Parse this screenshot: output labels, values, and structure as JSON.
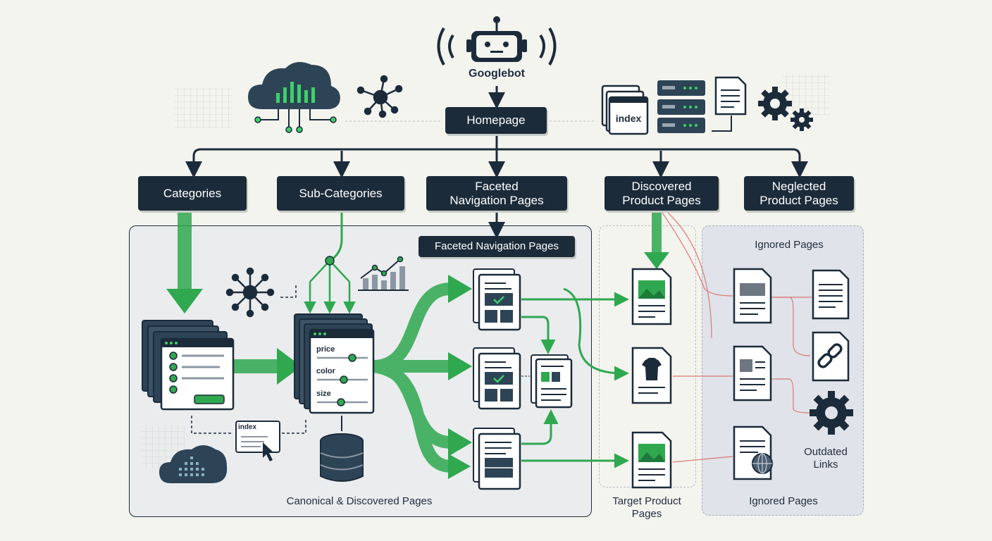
{
  "colors": {
    "navy": "#1c2b3a",
    "green": "#2fa84f",
    "red": "#d9534f",
    "panel": "#e9ecef",
    "panel_ignored": "#e1e4ec"
  },
  "nodes": {
    "googlebot": "Googlebot",
    "homepage": "Homepage",
    "categories": "Categories",
    "sub_categories": "Sub-Categories",
    "faceted_nav": [
      "Faceted",
      "Navigation Pages"
    ],
    "discovered_product": [
      "Discovered",
      "Product Pages"
    ],
    "neglected_product": [
      "Neglected",
      "Product Pages"
    ],
    "faceted_nav_inner": "Faceted Navigation Pages"
  },
  "icons": {
    "index_server": "index",
    "index_small": "index"
  },
  "filters": [
    "price",
    "color",
    "size"
  ],
  "panels": {
    "canonical": "Canonical & Discovered Pages",
    "target": [
      "Target Product",
      "Pages"
    ],
    "ignored_top": "Ignored Pages",
    "ignored_bottom": "Ignored Pages",
    "outdated": [
      "Outdated",
      "Links"
    ]
  }
}
